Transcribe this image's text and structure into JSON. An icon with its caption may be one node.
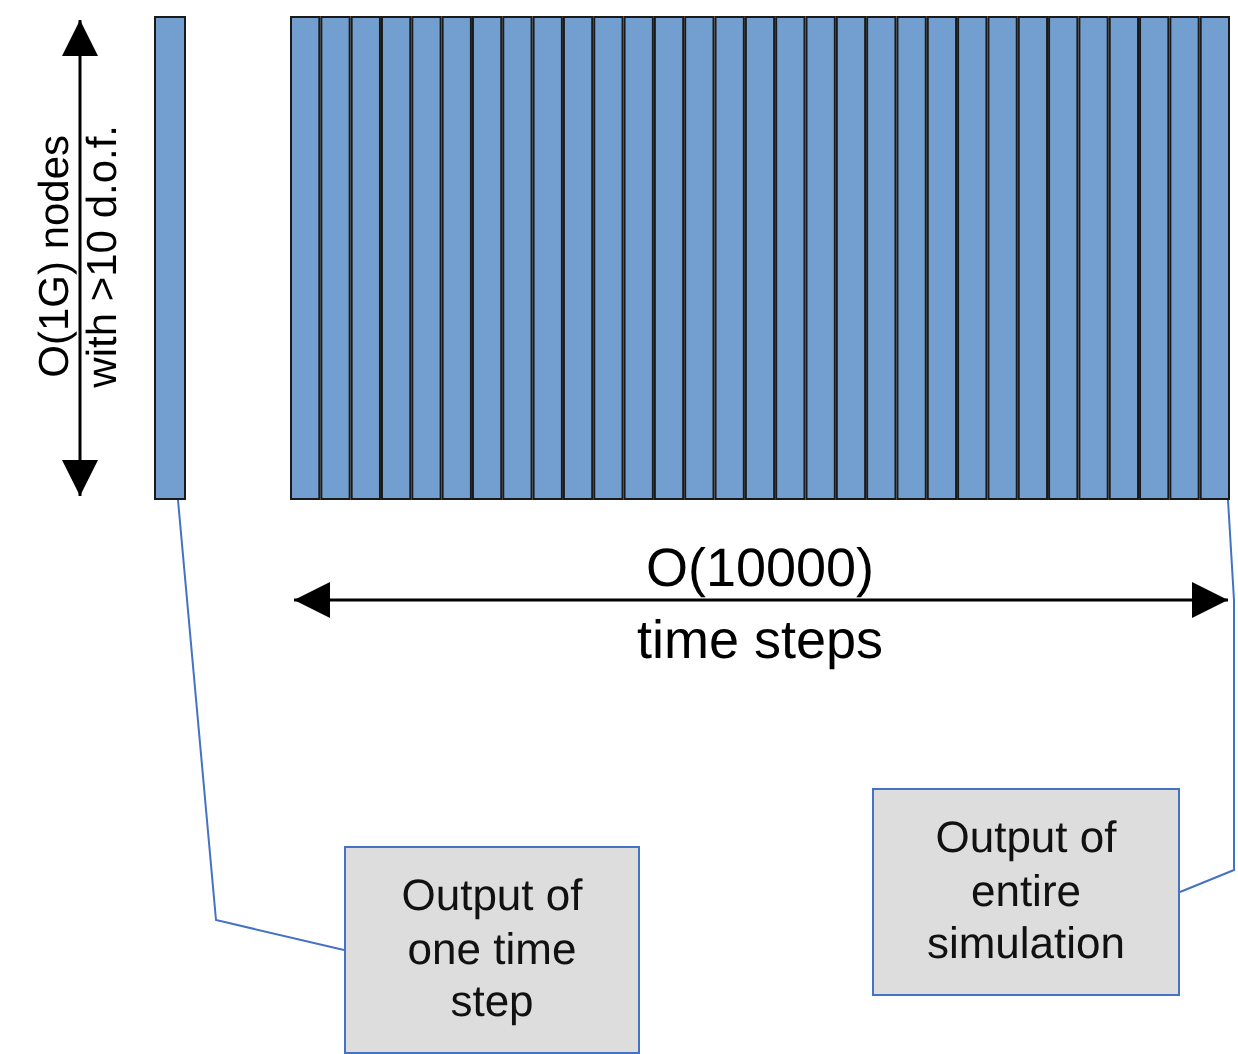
{
  "diagram": {
    "nodes": [
      {
        "text": [],
        "shape": "bar"
      },
      {
        "text": [],
        "shape": "bar"
      },
      {
        "text": [
          "Output of one time step"
        ]
      },
      {
        "text": [
          "Output of entire simulation"
        ]
      }
    ],
    "edges": [
      {
        "from": 2,
        "to": 0,
        "arrow": "none",
        "color": "#4472c4"
      },
      {
        "from": 3,
        "to": 1,
        "arrow": "none",
        "color": "#4472c4"
      }
    ],
    "labels": [
      "O(1G) nodes with >10 d.o.f.",
      "O(10000)",
      "time steps"
    ]
  }
}
